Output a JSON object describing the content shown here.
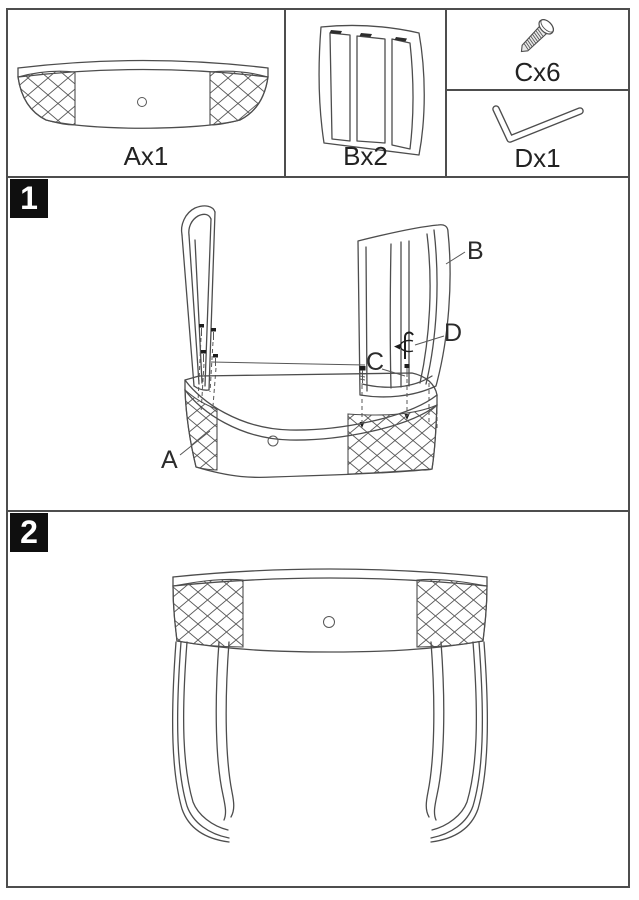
{
  "parts": {
    "a": {
      "label": "Ax1"
    },
    "b": {
      "label": "Bx2"
    },
    "c": {
      "label": "Cx6"
    },
    "d": {
      "label": "Dx1"
    }
  },
  "steps": {
    "step1": {
      "number": "1",
      "callouts": {
        "a": "A",
        "b": "B",
        "c": "C",
        "d": "D"
      }
    },
    "step2": {
      "number": "2"
    }
  },
  "colors": {
    "line": "#4d4d4d",
    "badge_background": "#0f0f0f",
    "badge_text": "#ffffff",
    "background": "#ffffff"
  }
}
